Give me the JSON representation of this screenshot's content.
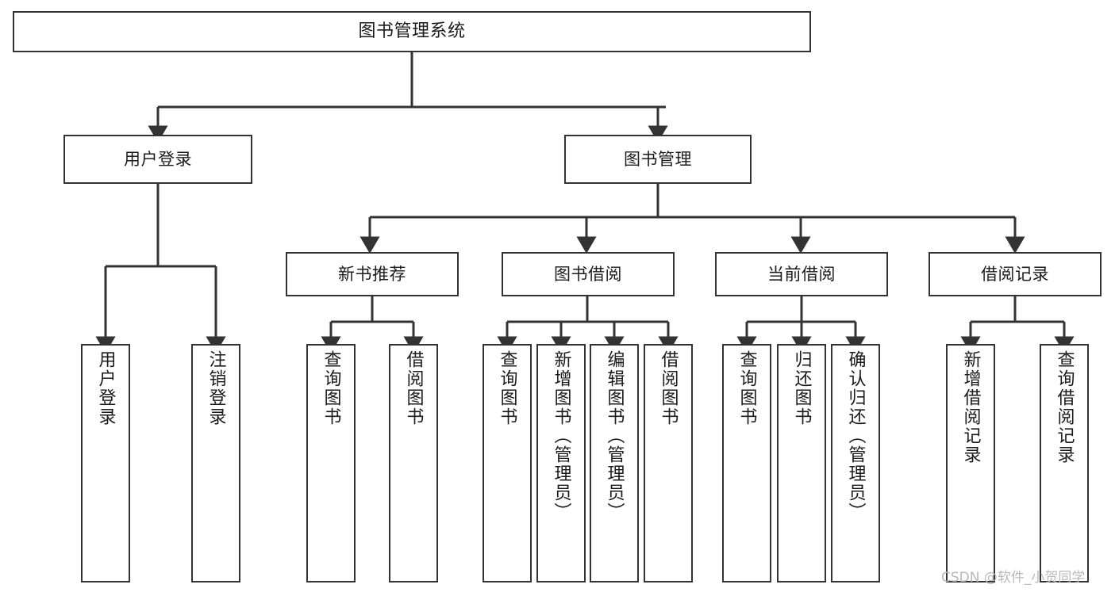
{
  "diagram": {
    "title": "图书管理系统",
    "type": "tree-hierarchy-chart",
    "watermark": "CSDN @软件_小贺同学",
    "colors": {
      "box_border": "#333333",
      "box_fill": "#ffffff",
      "connector": "#333333",
      "text": "#1b1b1b",
      "watermark": "#b9b9b9",
      "background": "#ffffff"
    },
    "nodes": {
      "root": {
        "label": "图书管理系统"
      },
      "level2": [
        {
          "id": "user-login",
          "label": "用户登录"
        },
        {
          "id": "book-manage",
          "label": "图书管理"
        }
      ],
      "level3": [
        {
          "id": "new-book-recommend",
          "label": "新书推荐"
        },
        {
          "id": "book-borrow",
          "label": "图书借阅"
        },
        {
          "id": "current-borrow",
          "label": "当前借阅"
        },
        {
          "id": "borrow-record",
          "label": "借阅记录"
        }
      ],
      "leaves": {
        "user_login": [
          {
            "id": "leaf-user-login",
            "label": "用户登录"
          },
          {
            "id": "leaf-user-logout",
            "label": "注销登录"
          }
        ],
        "new_book_recommend": [
          {
            "id": "leaf-query-book-1",
            "label": "查询图书"
          },
          {
            "id": "leaf-borrow-book-1",
            "label": "借阅图书"
          }
        ],
        "book_borrow": [
          {
            "id": "leaf-query-book-2",
            "label": "查询图书"
          },
          {
            "id": "leaf-add-book",
            "label": "新增图书（管理员）"
          },
          {
            "id": "leaf-edit-book",
            "label": "编辑图书（管理员）"
          },
          {
            "id": "leaf-borrow-book-2",
            "label": "借阅图书"
          }
        ],
        "current_borrow": [
          {
            "id": "leaf-query-book-3",
            "label": "查询图书"
          },
          {
            "id": "leaf-return-book",
            "label": "归还图书"
          },
          {
            "id": "leaf-confirm-return",
            "label": "确认归还（管理员）"
          }
        ],
        "borrow_record": [
          {
            "id": "leaf-add-record",
            "label": "新增借阅记录"
          },
          {
            "id": "leaf-query-record",
            "label": "查询借阅记录"
          }
        ]
      }
    }
  }
}
